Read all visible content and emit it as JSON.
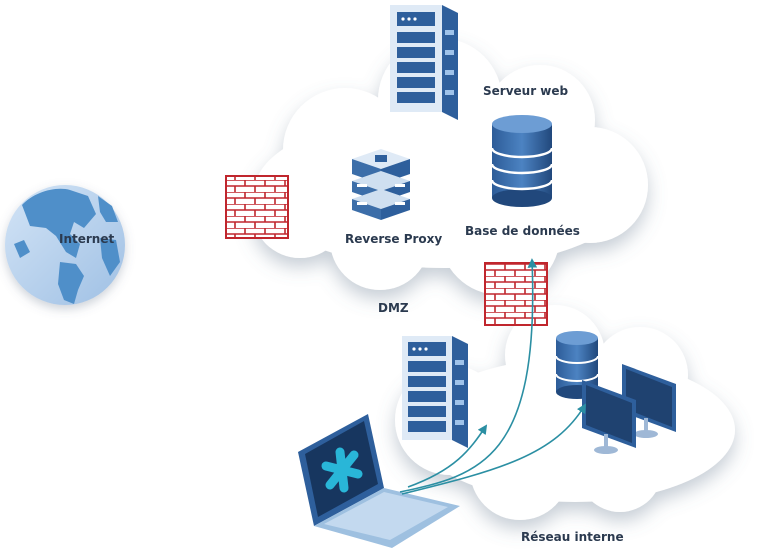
{
  "labels": {
    "internet": "Internet",
    "serveur_web": "Serveur web",
    "reverse_proxy": "Reverse Proxy",
    "base_de_donnees": "Base de données",
    "dmz": "DMZ",
    "reseau_interne": "Réseau interne"
  },
  "icons": {
    "globe": "globe-icon",
    "web_server": "server-rack-icon",
    "reverse_proxy": "server-stack-icon",
    "database": "database-icon",
    "firewall": "firewall-brick-icon",
    "internal_server": "server-rack-icon",
    "internal_database": "database-icon",
    "monitors": "desktop-monitor-icon",
    "laptop": "laptop-icon"
  },
  "colors": {
    "server_light": "#dfeaf6",
    "server_dark": "#2e5f9c",
    "firewall_red": "#c0262d",
    "arrow": "#2b8fa3",
    "globe_ocean": "#b9d3ee",
    "globe_land": "#4f8fc9",
    "cloud": "#ffffff",
    "label_text": "#2b3a4f"
  }
}
